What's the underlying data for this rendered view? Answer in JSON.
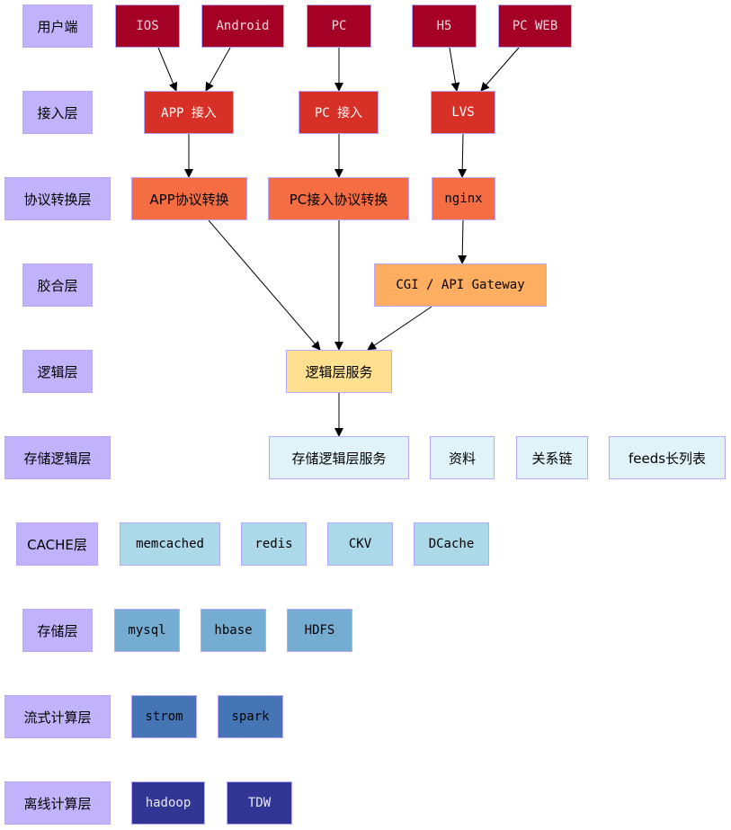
{
  "layers": [
    {
      "key": "user",
      "label": "用户端"
    },
    {
      "key": "access",
      "label": "接入层"
    },
    {
      "key": "protocol",
      "label": "协议转换层"
    },
    {
      "key": "glue",
      "label": "胶合层"
    },
    {
      "key": "logic",
      "label": "逻辑层"
    },
    {
      "key": "storage_logic",
      "label": "存储逻辑层"
    },
    {
      "key": "cache",
      "label": "CACHE层"
    },
    {
      "key": "storage",
      "label": "存储层"
    },
    {
      "key": "stream",
      "label": "流式计算层"
    },
    {
      "key": "offline",
      "label": "离线计算层"
    }
  ],
  "colors": {
    "layer": "#c0b3fb",
    "user": "#a50026",
    "access": "#d73027",
    "protocol": "#f46d43",
    "glue": "#fdae61",
    "logic": "#fee090",
    "storage_logic": "#e0f3f8",
    "cache": "#abd9e9",
    "storage": "#74add1",
    "stream": "#4575b4",
    "offline": "#313695",
    "edge": "#000000"
  },
  "nodes": {
    "ios": {
      "label": "IOS",
      "layer": "user"
    },
    "android": {
      "label": "Android",
      "layer": "user"
    },
    "pc": {
      "label": "PC",
      "layer": "user"
    },
    "h5": {
      "label": "H5",
      "layer": "user"
    },
    "pcweb": {
      "label": "PC WEB",
      "layer": "user"
    },
    "app_access": {
      "label": "APP 接入",
      "layer": "access"
    },
    "pc_access": {
      "label": "PC 接入",
      "layer": "access"
    },
    "lvs": {
      "label": "LVS",
      "layer": "access"
    },
    "app_proto": {
      "label": "APP协议转换",
      "layer": "protocol"
    },
    "pc_proto": {
      "label": "PC接入协议转换",
      "layer": "protocol"
    },
    "nginx": {
      "label": "nginx",
      "layer": "protocol"
    },
    "cgi": {
      "label": "CGI / API Gateway",
      "layer": "glue"
    },
    "logic_svc": {
      "label": "逻辑层服务",
      "layer": "logic"
    },
    "storage_logic_svc": {
      "label": "存储逻辑层服务",
      "layer": "storage_logic"
    },
    "profile": {
      "label": "资料",
      "layer": "storage_logic"
    },
    "relation": {
      "label": "关系链",
      "layer": "storage_logic"
    },
    "feeds": {
      "label": "feeds长列表",
      "layer": "storage_logic"
    },
    "memcached": {
      "label": "memcached",
      "layer": "cache"
    },
    "redis": {
      "label": "redis",
      "layer": "cache"
    },
    "ckv": {
      "label": "CKV",
      "layer": "cache"
    },
    "dcache": {
      "label": "DCache",
      "layer": "cache"
    },
    "mysql": {
      "label": "mysql",
      "layer": "storage"
    },
    "hbase": {
      "label": "hbase",
      "layer": "storage"
    },
    "hdfs": {
      "label": "HDFS",
      "layer": "storage"
    },
    "strom": {
      "label": "strom",
      "layer": "stream"
    },
    "spark": {
      "label": "spark",
      "layer": "stream"
    },
    "hadoop": {
      "label": "hadoop",
      "layer": "offline"
    },
    "tdw": {
      "label": "TDW",
      "layer": "offline"
    }
  },
  "edges": [
    [
      "ios",
      "app_access"
    ],
    [
      "android",
      "app_access"
    ],
    [
      "pc",
      "pc_access"
    ],
    [
      "h5",
      "lvs"
    ],
    [
      "pcweb",
      "lvs"
    ],
    [
      "app_access",
      "app_proto"
    ],
    [
      "pc_access",
      "pc_proto"
    ],
    [
      "lvs",
      "nginx"
    ],
    [
      "nginx",
      "cgi"
    ],
    [
      "app_proto",
      "logic_svc"
    ],
    [
      "pc_proto",
      "logic_svc"
    ],
    [
      "cgi",
      "logic_svc"
    ],
    [
      "logic_svc",
      "storage_logic_svc"
    ]
  ]
}
